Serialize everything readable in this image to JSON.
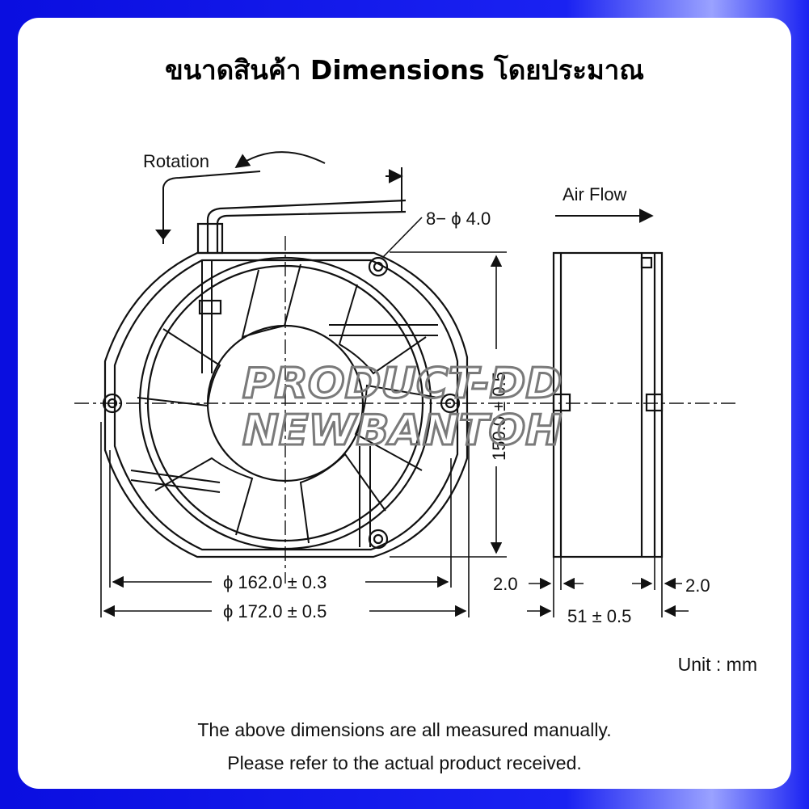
{
  "title": "ขนาดสินค้า Dimensions โดยประมาณ",
  "drawing": {
    "rotation_label": "Rotation",
    "airflow_label": "Air Flow",
    "holes_label": "8− ϕ 4.0",
    "inner_diameter_label": "ϕ 162.0 ± 0.3",
    "outer_diameter_label": "ϕ 172.0 ± 0.5",
    "height_label": "150.0 ± 0.5",
    "left_margin_label": "2.0",
    "right_margin_label": "2.0",
    "depth_label": "51 ± 0.5"
  },
  "watermark": {
    "line1": "PRODUCT-DD",
    "line2": "NEWBANTOH"
  },
  "unit_label": "Unit : mm",
  "notes": [
    "The above dimensions are all measured manually.",
    "Please refer to the actual product received."
  ]
}
